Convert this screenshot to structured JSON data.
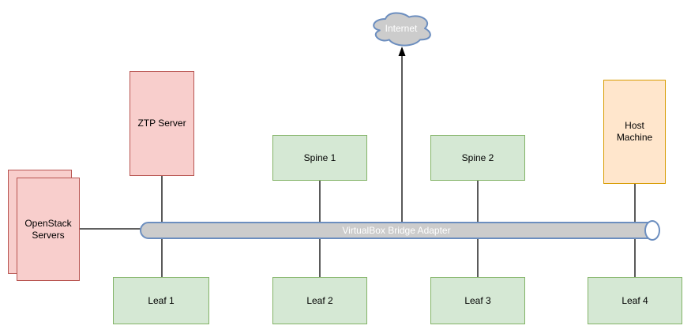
{
  "diagram": {
    "nodes": {
      "internet": {
        "label": "Internet",
        "shape": "cloud",
        "fill": "#cccccc",
        "stroke": "#6c8ebf",
        "text_color": "#ffffff"
      },
      "ztp": {
        "label": "ZTP Server",
        "shape": "rect",
        "fill": "#f8cecc",
        "stroke": "#b85450"
      },
      "openstack": {
        "label": "OpenStack Servers",
        "shape": "stacked-rect",
        "fill": "#f8cecc",
        "stroke": "#b85450"
      },
      "spine1": {
        "label": "Spine 1",
        "shape": "rect",
        "fill": "#d5e8d4",
        "stroke": "#82b366"
      },
      "spine2": {
        "label": "Spine 2",
        "shape": "rect",
        "fill": "#d5e8d4",
        "stroke": "#82b366"
      },
      "host": {
        "label": "Host Machine",
        "shape": "rect",
        "fill": "#ffe6cc",
        "stroke": "#d79b00"
      },
      "bridge": {
        "label": "VirtualBox Bridge Adapter",
        "shape": "horizontal-cylinder",
        "fill": "#cccccc",
        "stroke": "#6c8ebf",
        "text_color": "#ffffff"
      },
      "leaf1": {
        "label": "Leaf 1",
        "shape": "rect",
        "fill": "#d5e8d4",
        "stroke": "#82b366"
      },
      "leaf2": {
        "label": "Leaf 2",
        "shape": "rect",
        "fill": "#d5e8d4",
        "stroke": "#82b366"
      },
      "leaf3": {
        "label": "Leaf 3",
        "shape": "rect",
        "fill": "#d5e8d4",
        "stroke": "#82b366"
      },
      "leaf4": {
        "label": "Leaf 4",
        "shape": "rect",
        "fill": "#ffe6cc",
        "stroke": "#82b366"
      }
    },
    "edges": [
      {
        "from": "openstack",
        "to": "bridge",
        "arrow": false
      },
      {
        "from": "ztp",
        "to": "bridge",
        "arrow": false
      },
      {
        "from": "spine1",
        "to": "bridge",
        "arrow": false
      },
      {
        "from": "spine2",
        "to": "bridge",
        "arrow": false
      },
      {
        "from": "host",
        "to": "bridge",
        "arrow": false
      },
      {
        "from": "leaf1",
        "to": "bridge",
        "arrow": false
      },
      {
        "from": "leaf2",
        "to": "bridge",
        "arrow": false
      },
      {
        "from": "leaf3",
        "to": "bridge",
        "arrow": false
      },
      {
        "from": "leaf4",
        "to": "bridge",
        "arrow": false
      },
      {
        "from": "bridge",
        "to": "internet",
        "arrow": true
      }
    ],
    "colors": {
      "connector": "#000000",
      "pink_fill": "#f8cecc",
      "pink_stroke": "#b85450",
      "green_fill": "#d5e8d4",
      "green_stroke": "#82b366",
      "orange_fill": "#ffe6cc",
      "orange_stroke": "#d79b00",
      "gray_fill": "#cccccc",
      "blue_stroke": "#6c8ebf"
    }
  }
}
